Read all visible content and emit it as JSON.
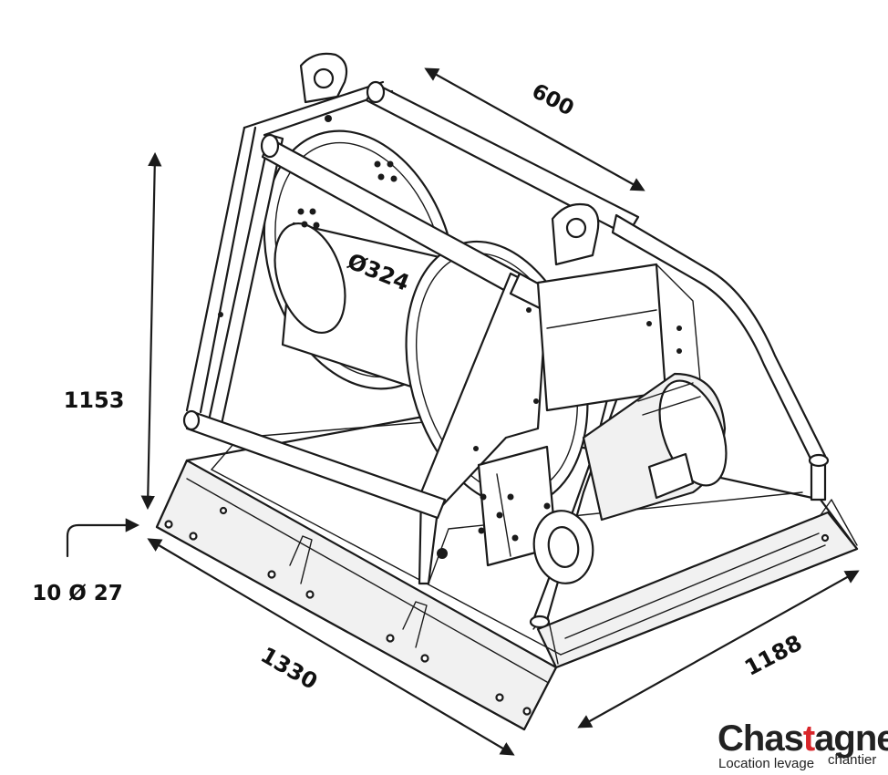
{
  "diagram": {
    "dimensions": {
      "depth": "600",
      "height": "1153",
      "width": "1330",
      "length": "1188",
      "drum": "Ø324",
      "holes": "10 Ø 27"
    }
  },
  "logo": {
    "name_part1": "Chas",
    "name_highlight": "t",
    "name_part2": "agner",
    "tagline_left": "Location levage",
    "tagline_right": "chantier",
    "highlight_color": "#d9262b"
  }
}
